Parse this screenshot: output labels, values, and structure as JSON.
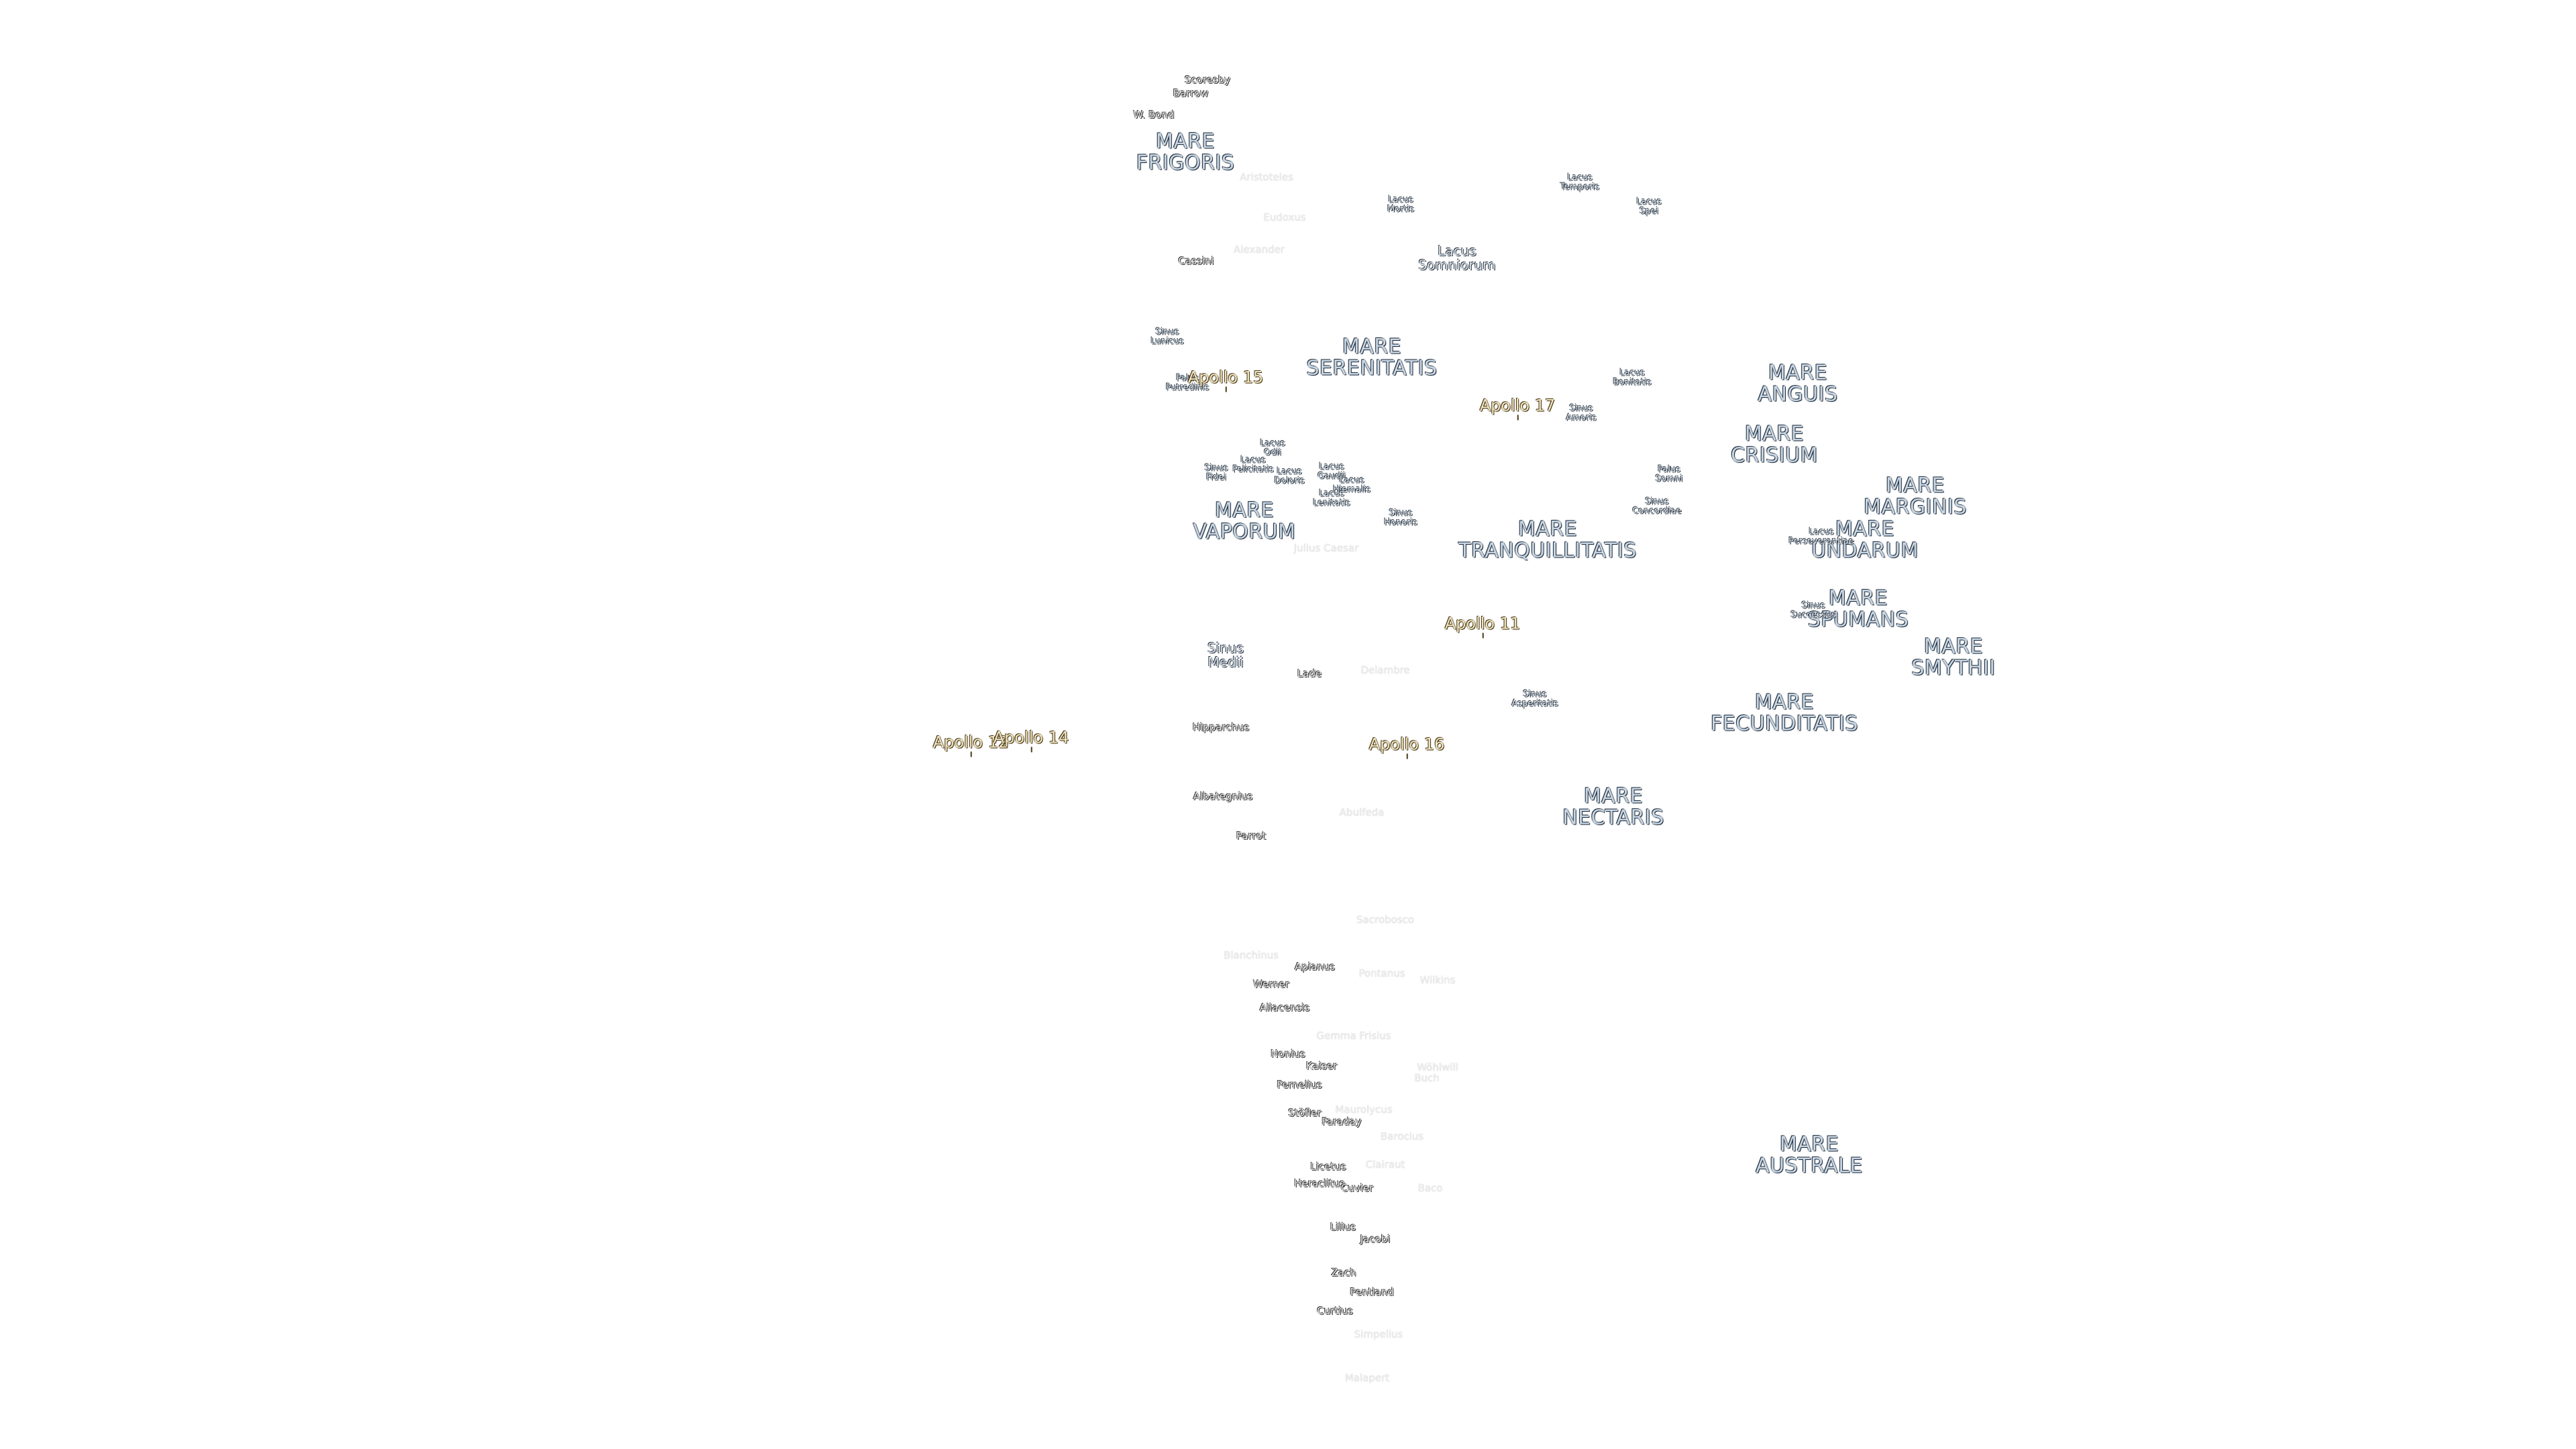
{
  "maria": [
    {
      "id": "mare-frigoris",
      "lines": [
        "MARE",
        "FRIGORIS"
      ]
    },
    {
      "id": "mare-serenitatis",
      "lines": [
        "MARE",
        "SERENITATIS"
      ]
    },
    {
      "id": "mare-tranquillitatis",
      "lines": [
        "MARE",
        "TRANQUILLITATIS"
      ]
    },
    {
      "id": "mare-crisium",
      "lines": [
        "MARE",
        "CRISIUM"
      ]
    },
    {
      "id": "mare-marginis",
      "lines": [
        "MARE",
        "MARGINIS"
      ]
    },
    {
      "id": "mare-undarum",
      "lines": [
        "MARE",
        "UNDARUM"
      ]
    },
    {
      "id": "mare-spumans",
      "lines": [
        "MARE",
        "SPUMANS"
      ]
    },
    {
      "id": "mare-anguis",
      "lines": [
        "MARE",
        "ANGUIS"
      ]
    },
    {
      "id": "mare-vaporum",
      "lines": [
        "MARE",
        "VAPORUM"
      ]
    },
    {
      "id": "mare-smythii",
      "lines": [
        "MARE",
        "SMYTHII"
      ]
    },
    {
      "id": "mare-fecunditatis",
      "lines": [
        "MARE",
        "FECUNDITATIS"
      ]
    },
    {
      "id": "mare-nectaris",
      "lines": [
        "MARE",
        "NECTARIS"
      ]
    },
    {
      "id": "mare-australe",
      "lines": [
        "MARE",
        "AUSTRALE"
      ]
    }
  ],
  "lacus_sinus": [
    {
      "id": "lacus-somniorum",
      "lines": [
        "Lacus",
        "Somniorum"
      ]
    },
    {
      "id": "lacus-mortis",
      "lines": [
        "Lacus",
        "Mortis"
      ]
    },
    {
      "id": "lacus-temporis",
      "lines": [
        "Lacus",
        "Temporis"
      ]
    },
    {
      "id": "lacus-spei",
      "lines": [
        "Lacus",
        "Spei"
      ]
    },
    {
      "id": "sinus-lunicus",
      "lines": [
        "Sinus",
        "Lunicus"
      ]
    },
    {
      "id": "palus-putredinis",
      "lines": [
        "Palus",
        "Putredinis"
      ]
    },
    {
      "id": "lacus-bonitatis",
      "lines": [
        "Lacus",
        "Bonitatis"
      ]
    },
    {
      "id": "sinus-amoris",
      "lines": [
        "Sinus",
        "Amoris"
      ]
    },
    {
      "id": "palus-somni",
      "lines": [
        "Palus",
        "Somni"
      ]
    },
    {
      "id": "sinus-concordiae",
      "lines": [
        "Sinus",
        "Concordiae"
      ]
    },
    {
      "id": "lacus-perseverantiae",
      "lines": [
        "Lacus",
        "Perseverantiae"
      ]
    },
    {
      "id": "sinus-successus",
      "lines": [
        "Sinus",
        "Successus"
      ]
    },
    {
      "id": "sinus-asperitatis",
      "lines": [
        "Sinus",
        "Asperitatis"
      ]
    },
    {
      "id": "sinus-medii",
      "lines": [
        "Sinus",
        "Medii"
      ]
    },
    {
      "id": "sinus-fidei",
      "lines": [
        "Sinus",
        "Fidei"
      ]
    },
    {
      "id": "lacus-odii",
      "lines": [
        "Lacus",
        "Odii"
      ]
    },
    {
      "id": "lacus-felicitatis",
      "lines": [
        "Lacus",
        "Felicitatis"
      ]
    },
    {
      "id": "lacus-doloris",
      "lines": [
        "Lacus",
        "Doloris"
      ]
    },
    {
      "id": "lacus-gaudii",
      "lines": [
        "Lacus",
        "Gaudii"
      ]
    },
    {
      "id": "lacus-hiemalis",
      "lines": [
        "Lacus",
        "Hiemalis"
      ]
    },
    {
      "id": "lacus-lenitatis",
      "lines": [
        "Lacus",
        "Lenitatis"
      ]
    },
    {
      "id": "sinus-honoris",
      "lines": [
        "Sinus",
        "Honoris"
      ]
    }
  ],
  "craters": [
    {
      "id": "scoresby",
      "text": "Scoresby"
    },
    {
      "id": "barrow",
      "text": "Barrow"
    },
    {
      "id": "w-bond",
      "text": "W. Bond"
    },
    {
      "id": "aristoteles",
      "text": "Aristoteles"
    },
    {
      "id": "eudoxus",
      "text": "Eudoxus"
    },
    {
      "id": "alexander",
      "text": "Alexander"
    },
    {
      "id": "cassini",
      "text": "Cassini"
    },
    {
      "id": "julius-caesar",
      "text": "Julius Caesar"
    },
    {
      "id": "lade",
      "text": "Lade"
    },
    {
      "id": "delambre",
      "text": "Delambre"
    },
    {
      "id": "hipparchus",
      "text": "Hipparchus"
    },
    {
      "id": "albategnius",
      "text": "Albategnius"
    },
    {
      "id": "abulfeda",
      "text": "Abulfeda"
    },
    {
      "id": "parrot",
      "text": "Parrot"
    },
    {
      "id": "sacrobosco",
      "text": "Sacrobosco"
    },
    {
      "id": "blanchinus",
      "text": "Blanchinus"
    },
    {
      "id": "apianus",
      "text": "Apianus"
    },
    {
      "id": "pontanus",
      "text": "Pontanus"
    },
    {
      "id": "wilkins",
      "text": "Wilkins"
    },
    {
      "id": "werner",
      "text": "Werner"
    },
    {
      "id": "aliacensis",
      "text": "Aliacensis"
    },
    {
      "id": "gemma-frisius",
      "text": "Gemma Frisius"
    },
    {
      "id": "nonius",
      "text": "Nonius"
    },
    {
      "id": "kaiser",
      "text": "Kaiser"
    },
    {
      "id": "wohlwill",
      "text": "Wöhlwill"
    },
    {
      "id": "buch",
      "text": "Buch"
    },
    {
      "id": "fernelius",
      "text": "Fernelius"
    },
    {
      "id": "stofler",
      "text": "Stöfler"
    },
    {
      "id": "maurolycus",
      "text": "Maurolycus"
    },
    {
      "id": "faraday",
      "text": "Faraday"
    },
    {
      "id": "barocius",
      "text": "Barocius"
    },
    {
      "id": "licetus",
      "text": "Licetus"
    },
    {
      "id": "clairaut",
      "text": "Clairaut"
    },
    {
      "id": "heraclitus",
      "text": "Heraclitus"
    },
    {
      "id": "cuvier",
      "text": "Cuvier"
    },
    {
      "id": "baco",
      "text": "Baco"
    },
    {
      "id": "lilius",
      "text": "Lilius"
    },
    {
      "id": "jacobi",
      "text": "Jacobi"
    },
    {
      "id": "zach",
      "text": "Zach"
    },
    {
      "id": "pentland",
      "text": "Pentland"
    },
    {
      "id": "curtius",
      "text": "Curtius"
    },
    {
      "id": "simpelius",
      "text": "Simpelius"
    },
    {
      "id": "malapert",
      "text": "Malapert"
    }
  ],
  "apollo_sites": [
    {
      "id": "apollo-15",
      "text": "Apollo 15"
    },
    {
      "id": "apollo-17",
      "text": "Apollo 17"
    },
    {
      "id": "apollo-11",
      "text": "Apollo 11"
    },
    {
      "id": "apollo-12",
      "text": "Apollo 12"
    },
    {
      "id": "apollo-14",
      "text": "Apollo 14"
    },
    {
      "id": "apollo-16",
      "text": "Apollo 16"
    }
  ]
}
